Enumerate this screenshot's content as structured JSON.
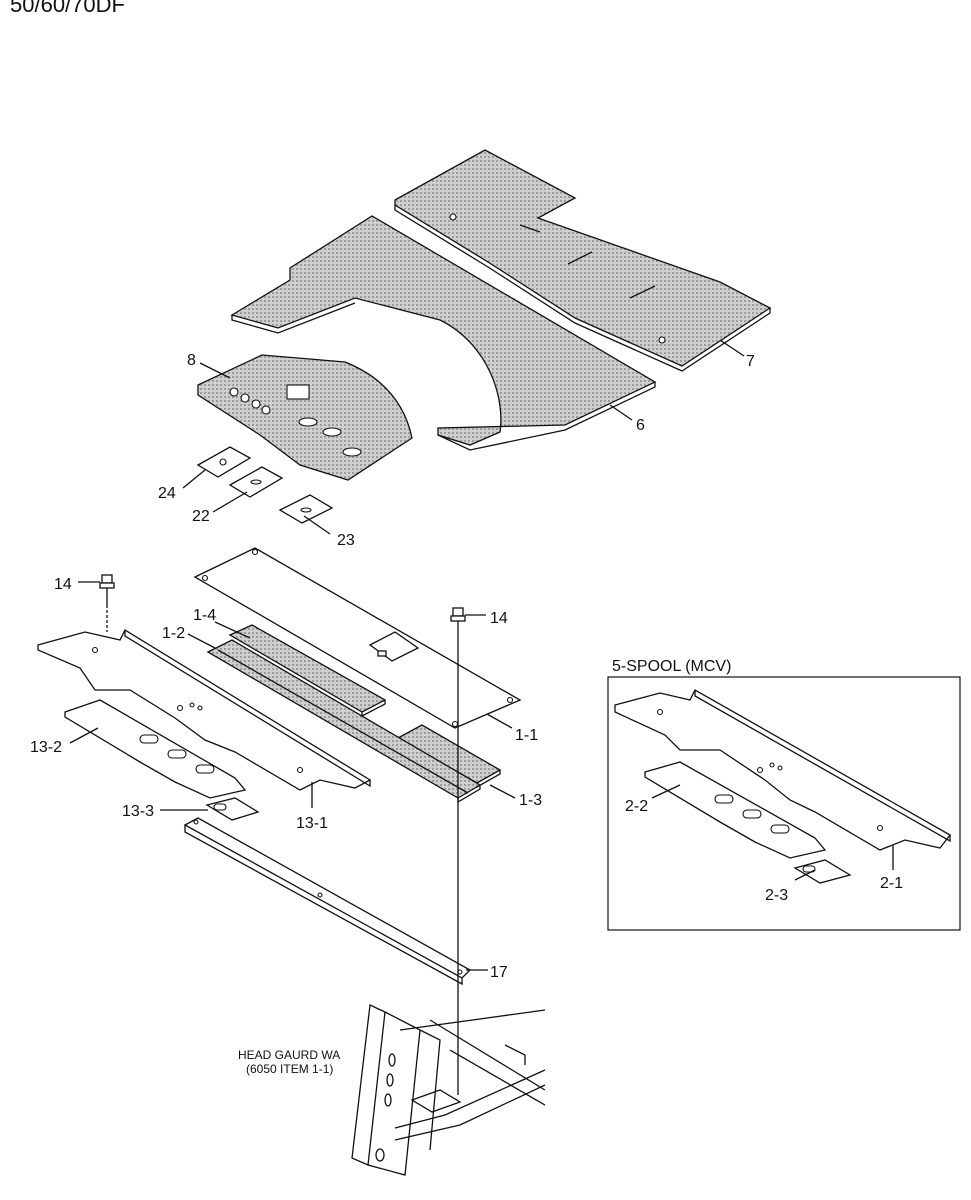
{
  "header": {
    "model_text": "50/60/70DF"
  },
  "labels": {
    "l7": "7",
    "l6": "6",
    "l8": "8",
    "l24": "24",
    "l22": "22",
    "l23": "23",
    "l14a": "14",
    "l14b": "14",
    "l1_4": "1-4",
    "l1_2": "1-2",
    "l1_1": "1-1",
    "l1_3": "1-3",
    "l13_2": "13-2",
    "l13_3": "13-3",
    "l13_1": "13-1",
    "l17": "17",
    "l2_2": "2-2",
    "l2_3": "2-3",
    "l2_1": "2-1"
  },
  "inset": {
    "title": "5-SPOOL (MCV)"
  },
  "note": {
    "line1": "HEAD GAURD WA",
    "line2": "(6050 ITEM 1-1)"
  },
  "colors": {
    "line": "#111111",
    "background": "#ffffff",
    "hatch": "#bdbdbd"
  }
}
